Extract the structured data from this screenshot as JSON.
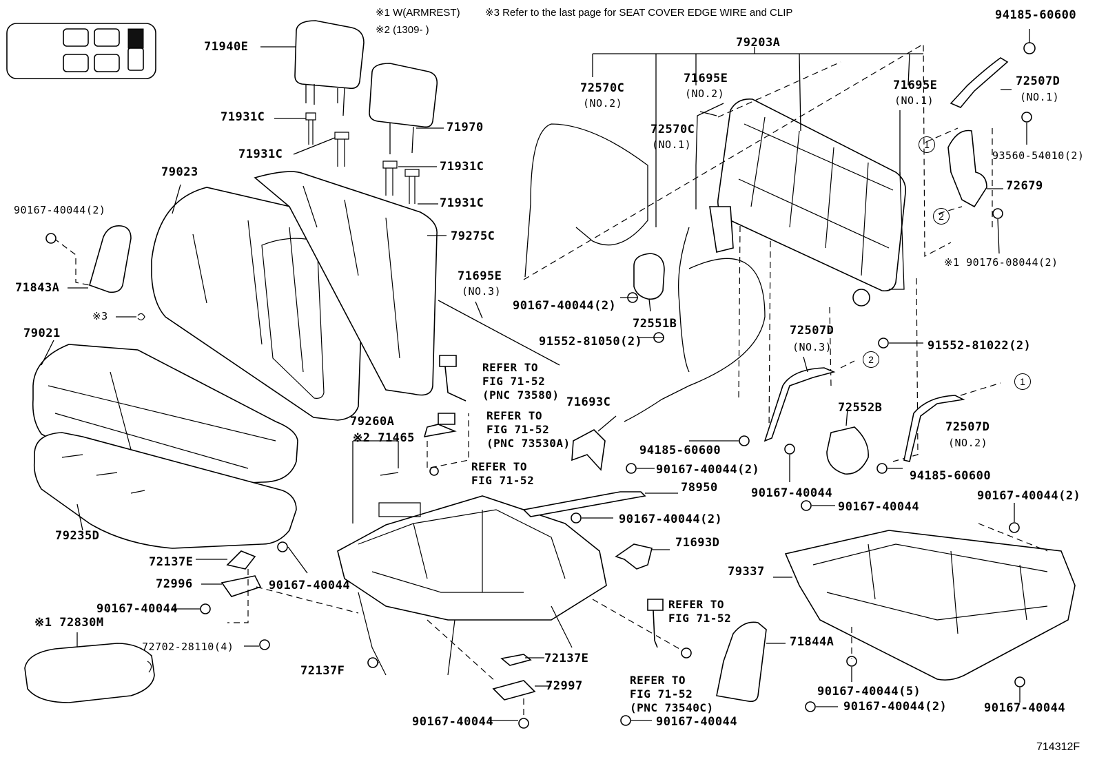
{
  "header": {
    "note1": "※1 W(ARMREST)",
    "note3": "※3 Refer to the last page for SEAT COVER EDGE WIRE and CLIP",
    "note2": "※2 (1309-        )"
  },
  "figure_number": "714312F",
  "labels": [
    {
      "id": "p-71940e",
      "text": "71940E"
    },
    {
      "id": "p-71931c-a",
      "text": "71931C"
    },
    {
      "id": "p-71931c-b",
      "text": "71931C"
    },
    {
      "id": "p-71970",
      "text": "71970"
    },
    {
      "id": "p-71931c-c",
      "text": "71931C"
    },
    {
      "id": "p-71931c-d",
      "text": "71931C"
    },
    {
      "id": "p-79023",
      "text": "79023"
    },
    {
      "id": "p-79275c",
      "text": "79275C"
    },
    {
      "id": "p-90167-40044-2-a",
      "text": "90167-40044(2)"
    },
    {
      "id": "p-71843a",
      "text": "71843A"
    },
    {
      "id": "p-x3",
      "text": "※3"
    },
    {
      "id": "p-79021",
      "text": "79021"
    },
    {
      "id": "p-71695e-no3",
      "text": "71695E"
    },
    {
      "id": "p-71695e-no3-sub",
      "text": "(NO.3)"
    },
    {
      "id": "p-79235d",
      "text": "79235D"
    },
    {
      "id": "p-79260a",
      "text": "79260A"
    },
    {
      "id": "p-x2-71465",
      "text": "※2 71465"
    },
    {
      "id": "p-72137e-a",
      "text": "72137E"
    },
    {
      "id": "p-72996",
      "text": "72996"
    },
    {
      "id": "p-90167-40044-a",
      "text": "90167-40044"
    },
    {
      "id": "p-90167-40044-b",
      "text": "90167-40044"
    },
    {
      "id": "p-x1-72830m",
      "text": "※1 72830M"
    },
    {
      "id": "p-72702-28110",
      "text": "72702-28110(4)"
    },
    {
      "id": "p-72137f",
      "text": "72137F"
    },
    {
      "id": "p-72137e-b",
      "text": "72137E"
    },
    {
      "id": "p-72997",
      "text": "72997"
    },
    {
      "id": "p-90167-40044-c",
      "text": "90167-40044"
    },
    {
      "id": "p-90167-40044-d",
      "text": "90167-40044"
    },
    {
      "id": "p-71693c",
      "text": "71693C"
    },
    {
      "id": "p-90167-40044-2-b",
      "text": "90167-40044(2)"
    },
    {
      "id": "p-78950",
      "text": "78950"
    },
    {
      "id": "p-90167-40044-2-c",
      "text": "90167-40044(2)"
    },
    {
      "id": "p-71693d",
      "text": "71693D"
    },
    {
      "id": "p-71844a",
      "text": "71844A"
    },
    {
      "id": "p-79203a",
      "text": "79203A"
    },
    {
      "id": "p-72570c-no2",
      "text": "72570C"
    },
    {
      "id": "p-72570c-no2-sub",
      "text": "(NO.2)"
    },
    {
      "id": "p-71695e-no2",
      "text": "71695E"
    },
    {
      "id": "p-71695e-no2-sub",
      "text": "(NO.2)"
    },
    {
      "id": "p-72570c-no1",
      "text": "72570C"
    },
    {
      "id": "p-72570c-no1-sub",
      "text": "(NO.1)"
    },
    {
      "id": "p-71695e-no1",
      "text": "71695E"
    },
    {
      "id": "p-71695e-no1-sub",
      "text": "(NO.1)"
    },
    {
      "id": "p-90167-40044-2-d",
      "text": "90167-40044(2)"
    },
    {
      "id": "p-72551b",
      "text": "72551B"
    },
    {
      "id": "p-91552-81050",
      "text": "91552-81050(2)"
    },
    {
      "id": "p-72507d-no3",
      "text": "72507D"
    },
    {
      "id": "p-72507d-no3-sub",
      "text": "(NO.3)"
    },
    {
      "id": "p-94185-60600-a",
      "text": "94185-60600"
    },
    {
      "id": "p-72552b",
      "text": "72552B"
    },
    {
      "id": "p-90167-40044-e",
      "text": "90167-40044"
    },
    {
      "id": "p-90167-40044-f",
      "text": "90167-40044"
    },
    {
      "id": "p-94185-60600-b",
      "text": "94185-60600"
    },
    {
      "id": "p-72507d-no1",
      "text": "72507D"
    },
    {
      "id": "p-72507d-no1-sub",
      "text": "(NO.1)"
    },
    {
      "id": "p-93560-54010",
      "text": "93560-54010(2)"
    },
    {
      "id": "p-72679",
      "text": "72679"
    },
    {
      "id": "p-x1-90176",
      "text": "※1 90176-08044(2)"
    },
    {
      "id": "p-91552-81022",
      "text": "91552-81022(2)"
    },
    {
      "id": "p-72507d-no2",
      "text": "72507D"
    },
    {
      "id": "p-72507d-no2-sub",
      "text": "(NO.2)"
    },
    {
      "id": "p-94185-60600-c",
      "text": "94185-60600"
    },
    {
      "id": "p-90167-40044-2-e",
      "text": "90167-40044(2)"
    },
    {
      "id": "p-79337",
      "text": "79337"
    },
    {
      "id": "p-90167-40044-5",
      "text": "90167-40044(5)"
    },
    {
      "id": "p-90167-40044-2-f",
      "text": "90167-40044(2)"
    },
    {
      "id": "p-90167-40044-g",
      "text": "90167-40044"
    }
  ],
  "references": [
    {
      "id": "ref-73580",
      "lines": [
        "REFER TO",
        "FIG 71-52",
        "(PNC 73580)"
      ]
    },
    {
      "id": "ref-73530a",
      "lines": [
        "REFER TO",
        "FIG 71-52",
        "(PNC 73530A)"
      ]
    },
    {
      "id": "ref-plain-a",
      "lines": [
        "REFER TO",
        "FIG 71-52"
      ]
    },
    {
      "id": "ref-plain-b",
      "lines": [
        "REFER TO",
        "FIG 71-52"
      ]
    },
    {
      "id": "ref-73540c",
      "lines": [
        "REFER TO",
        "FIG 71-52",
        "(PNC 73540C)"
      ]
    }
  ],
  "circled_markers": [
    "1",
    "2",
    "2",
    "1"
  ]
}
